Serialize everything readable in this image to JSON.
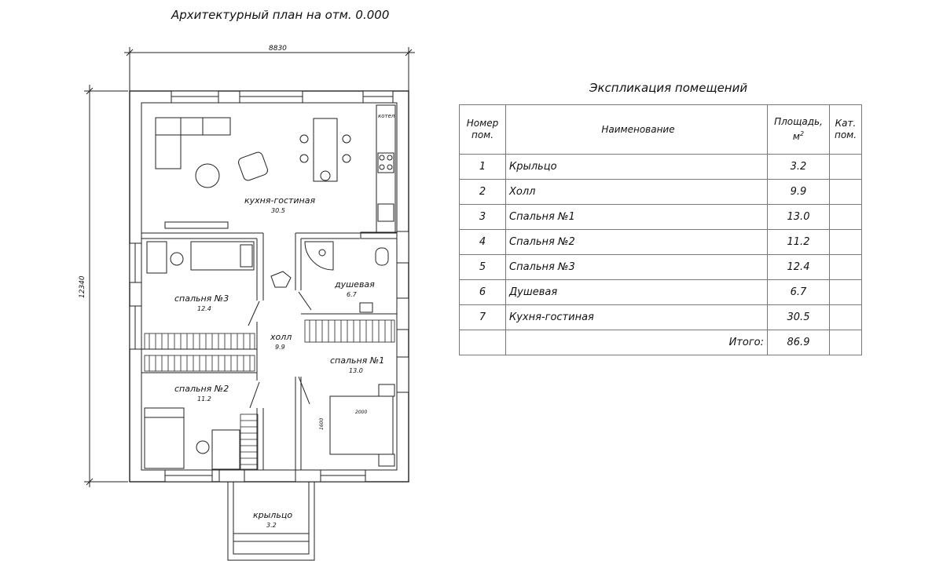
{
  "plan_title": "Архитектурный план на отм. 0.000",
  "dimensions": {
    "width": "8830",
    "height": "12340"
  },
  "rooms": [
    {
      "name": "кухня-гостиная",
      "area": "30.5"
    },
    {
      "name": "спальня №3",
      "area": "12.4"
    },
    {
      "name": "душевая",
      "area": "6.7"
    },
    {
      "name": "холл",
      "area": "9.9"
    },
    {
      "name": "спальня №1",
      "area": "13.0"
    },
    {
      "name": "спальня №2",
      "area": "11.2"
    },
    {
      "name": "крыльцо",
      "area": "3.2"
    }
  ],
  "fixture_labels": {
    "boiler": "котел",
    "bed_length": "2000",
    "bed_width": "1600"
  },
  "explication": {
    "title": "Экспликация помещений",
    "headers": {
      "number_line1": "Номер",
      "number_line2": "пом.",
      "name": "Наименование",
      "area_line1": "Площадь,",
      "area_line2": "м",
      "area_sup": "2",
      "cat_line1": "Кат.",
      "cat_line2": "пом."
    },
    "rows": [
      {
        "num": "1",
        "name": "Крыльцо",
        "area": "3.2",
        "cat": ""
      },
      {
        "num": "2",
        "name": "Холл",
        "area": "9.9",
        "cat": ""
      },
      {
        "num": "3",
        "name": "Спальня №1",
        "area": "13.0",
        "cat": ""
      },
      {
        "num": "4",
        "name": "Спальня №2",
        "area": "11.2",
        "cat": ""
      },
      {
        "num": "5",
        "name": "Спальня №3",
        "area": "12.4",
        "cat": ""
      },
      {
        "num": "6",
        "name": "Душевая",
        "area": "6.7",
        "cat": ""
      },
      {
        "num": "7",
        "name": "Кухня-гостиная",
        "area": "30.5",
        "cat": ""
      }
    ],
    "total_label": "Итого:",
    "total_value": "86.9"
  }
}
